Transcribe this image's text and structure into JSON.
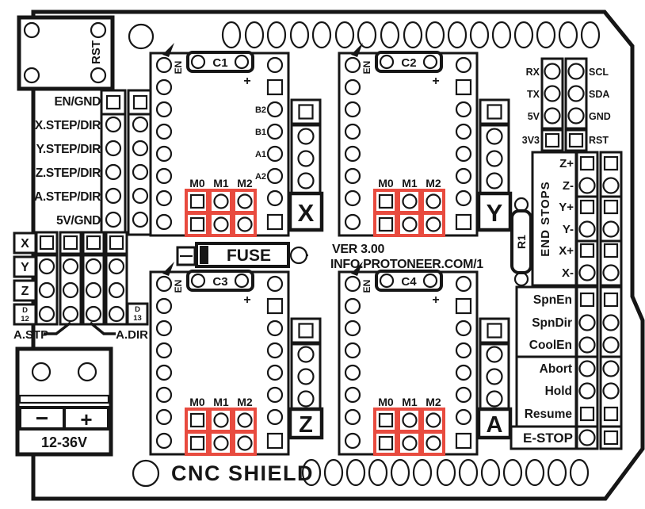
{
  "board": {
    "name": "CNC SHIELD",
    "version": "VER 3.00",
    "website": "INFO.PROTONEER.COM/1"
  },
  "colors": {
    "ink": "#161616",
    "highlight": "#e84b3f",
    "board_bg": "#ffffff"
  },
  "reset": {
    "label": "RST"
  },
  "signal_header": {
    "rows": [
      "EN/GND",
      "X.STEP/DIR",
      "Y.STEP/DIR",
      "Z.STEP/DIR",
      "A.STEP/DIR",
      "5V/GND"
    ]
  },
  "axis_grid": {
    "rows": [
      "X",
      "Y",
      "Z"
    ],
    "d12": [
      "D",
      "12"
    ],
    "d13": [
      "D",
      "13"
    ],
    "a_step": "A.STP",
    "a_dir": "A.DIR"
  },
  "drivers": [
    {
      "id": "C1",
      "axis": "X"
    },
    {
      "id": "C2",
      "axis": "Y"
    },
    {
      "id": "C3",
      "axis": "Z"
    },
    {
      "id": "C4",
      "axis": "A"
    }
  ],
  "driver_shared": {
    "en": "EN",
    "plus": "+",
    "microstep": [
      "M0",
      "M1",
      "M2"
    ],
    "c1_pins": [
      "B2",
      "B1",
      "A1",
      "A2"
    ]
  },
  "fuse": {
    "label": "FUSE"
  },
  "comm_header": {
    "left": [
      "RX",
      "TX",
      "5V",
      "3V3"
    ],
    "right": [
      "SCL",
      "SDA",
      "GND",
      "RST"
    ]
  },
  "end_stops": {
    "title": "END STOPS",
    "pins": [
      "Z+",
      "Z-",
      "Y+",
      "Y-",
      "X+",
      "X-"
    ]
  },
  "r1": {
    "label": "R1"
  },
  "spindle": {
    "pins": [
      "SpnEn",
      "SpnDir",
      "CoolEn"
    ]
  },
  "control": {
    "pins": [
      "Abort",
      "Hold",
      "Resume"
    ]
  },
  "estop": {
    "label": "E-STOP"
  },
  "power": {
    "minus": "−",
    "plus": "+",
    "range": "12-36V"
  }
}
